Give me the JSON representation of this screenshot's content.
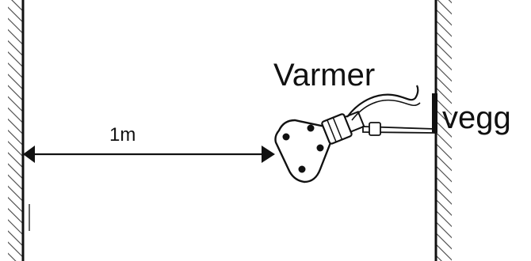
{
  "labels": {
    "distance": "1m",
    "heater": "Varmer",
    "wall": "vegg"
  },
  "colors": {
    "ink": "#111111",
    "hatch": "#444444",
    "background": "#ffffff"
  }
}
